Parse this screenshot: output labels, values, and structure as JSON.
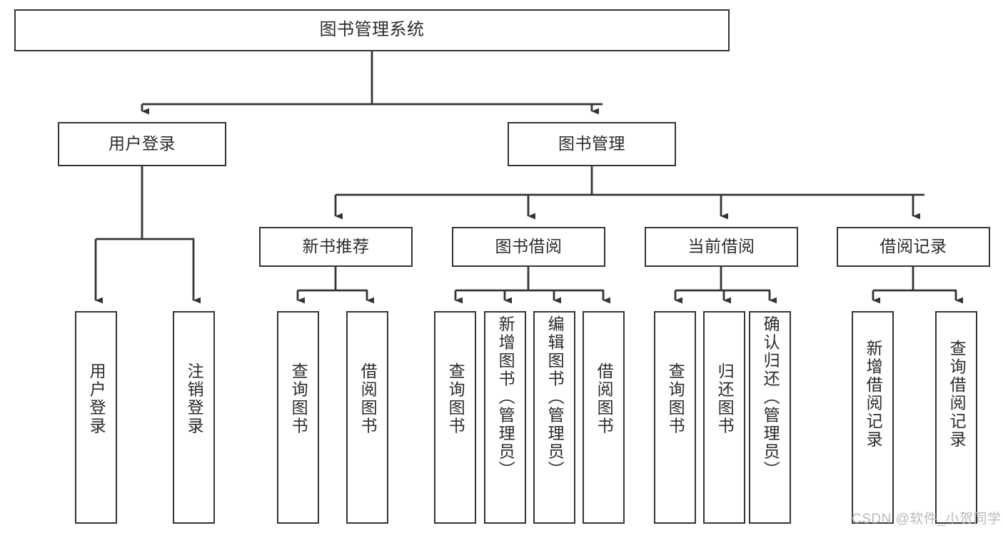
{
  "diagram": {
    "type": "tree-hierarchy-chart",
    "title": "图书管理系统",
    "orientation": "top-down",
    "colors": {
      "box_border": "#343434",
      "box_fill": "#ffffff",
      "connector": "#343434",
      "text": "#2b2b2b",
      "watermark": "#b9b9b9",
      "background": "#ffffff"
    },
    "nodes": {
      "root": {
        "label": "图书管理系统",
        "level": 1,
        "text_orientation": "horizontal"
      },
      "level2": [
        {
          "label": "用户登录",
          "text_orientation": "horizontal"
        },
        {
          "label": "图书管理",
          "text_orientation": "horizontal"
        }
      ],
      "level3": [
        {
          "label": "新书推荐",
          "text_orientation": "horizontal"
        },
        {
          "label": "图书借阅",
          "text_orientation": "horizontal"
        },
        {
          "label": "当前借阅",
          "text_orientation": "horizontal"
        },
        {
          "label": "借阅记录",
          "text_orientation": "horizontal"
        }
      ],
      "leaves_user_login": [
        {
          "label": "用户登录",
          "text_orientation": "vertical"
        },
        {
          "label": "注销登录",
          "text_orientation": "vertical"
        }
      ],
      "leaves_new_book": [
        {
          "label": "查询图书",
          "text_orientation": "vertical"
        },
        {
          "label": "借阅图书",
          "text_orientation": "vertical"
        }
      ],
      "leaves_borrow": [
        {
          "label": "查询图书",
          "text_orientation": "vertical"
        },
        {
          "label": "新增图书（管理员）",
          "text_orientation": "vertical"
        },
        {
          "label": "编辑图书（管理员）",
          "text_orientation": "vertical"
        },
        {
          "label": "借阅图书",
          "text_orientation": "vertical"
        }
      ],
      "leaves_current": [
        {
          "label": "查询图书",
          "text_orientation": "vertical"
        },
        {
          "label": "归还图书",
          "text_orientation": "vertical"
        },
        {
          "label": "确认归还（管理员）",
          "text_orientation": "vertical"
        }
      ],
      "leaves_records": [
        {
          "label": "新增借阅记录",
          "text_orientation": "vertical"
        },
        {
          "label": "查询借阅记录",
          "text_orientation": "vertical"
        }
      ]
    }
  },
  "watermark": {
    "text": "CSDN @软件_小贺同学"
  }
}
